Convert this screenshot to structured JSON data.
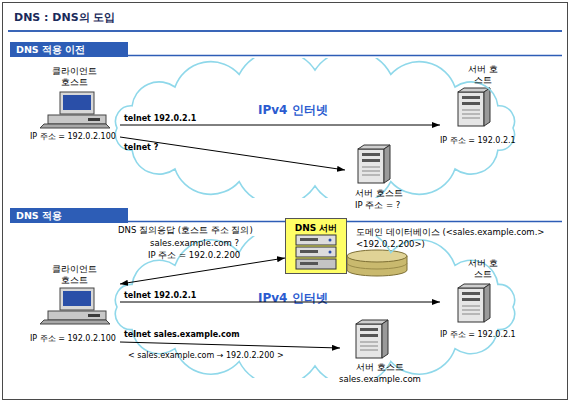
{
  "diagram": {
    "title": "DNS : DNS의 도입",
    "nodes": [
      {
        "text": [
          "DNS 적용 이전"
        ]
      },
      {
        "text": [
          "클라이언트 호스트",
          "IP 주소 = 192.0.2.100"
        ]
      },
      {
        "text": [
          "IPv4 인터넷"
        ]
      },
      {
        "text": [
          "서버 호스트",
          "IP 주소 = 192.0.2.1"
        ]
      },
      {
        "text": [
          "서버 호스트",
          "IP 주소 = ?"
        ]
      },
      {
        "text": [
          "DNS 적용"
        ]
      },
      {
        "text": [
          "DNS 서버"
        ]
      },
      {
        "text": [
          "도메인 데이터베이스 (<sales.example.com.><192.0.2.200>)"
        ]
      },
      {
        "text": [
          "클라이언트 호스트",
          "IP 주소 = 192.0.2.100"
        ]
      },
      {
        "text": [
          "IPv4 인터넷"
        ]
      },
      {
        "text": [
          "서버 호스트",
          "IP 주소 = 192.0.2.1"
        ]
      },
      {
        "text": [
          "서버 호스트",
          "sales.example.com"
        ]
      }
    ],
    "edges": [
      {
        "from": 1,
        "to": 3,
        "label": "telnet 192.0.2.1",
        "arrow": "to"
      },
      {
        "from": 1,
        "to": 4,
        "label": "telnet ?",
        "arrow": "to"
      },
      {
        "from": 8,
        "to": 6,
        "label": "DNS 질의응답 (호스트 주소 질의)",
        "arrow": "both"
      },
      {
        "from": 8,
        "to": 10,
        "label": "telnet 192.0.2.1",
        "arrow": "to"
      },
      {
        "from": 8,
        "to": 11,
        "label": "telnet sales.example.com",
        "arrow": "to"
      }
    ],
    "labels": [
      "sales.example.com ?",
      "IP 주소 = 192.0.2.200",
      "< sales.example.com → 192.0.2.200 >"
    ]
  }
}
